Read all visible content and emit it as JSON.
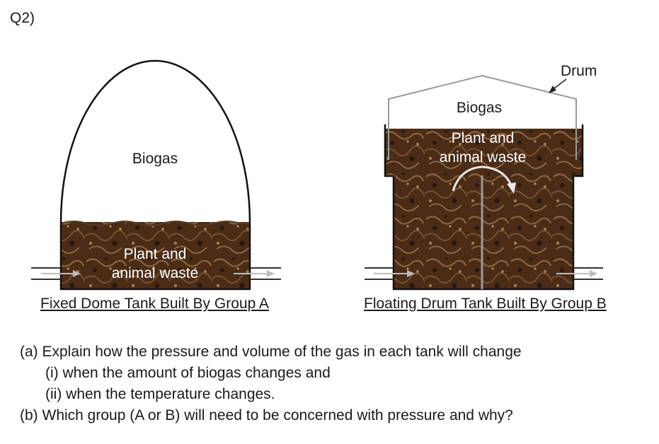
{
  "question_number": "Q2)",
  "tank_a": {
    "gas_label": "Biogas",
    "waste_label_line1": "Plant and",
    "waste_label_line2": "animal waste",
    "caption": "Fixed Dome Tank Built By Group A"
  },
  "tank_b": {
    "drum_label": "Drum",
    "gas_label": "Biogas",
    "waste_label_line1": "Plant and",
    "waste_label_line2": "animal waste",
    "caption": "Floating Drum Tank Built By Group B"
  },
  "questions": {
    "a": "(a)  Explain how the pressure and volume of the gas in each tank will change",
    "a_i": "(i)  when the amount of biogas changes and",
    "a_ii": "(ii) when the temperature changes.",
    "b": "(b)  Which group (A or B) will need to be concerned with pressure and why?"
  },
  "colors": {
    "waste_fill": "#4a2c17",
    "waste_light": "#8a6440",
    "outline": "#111111",
    "drum_outline": "#999999",
    "arrow_gray": "#bdbdbd"
  }
}
